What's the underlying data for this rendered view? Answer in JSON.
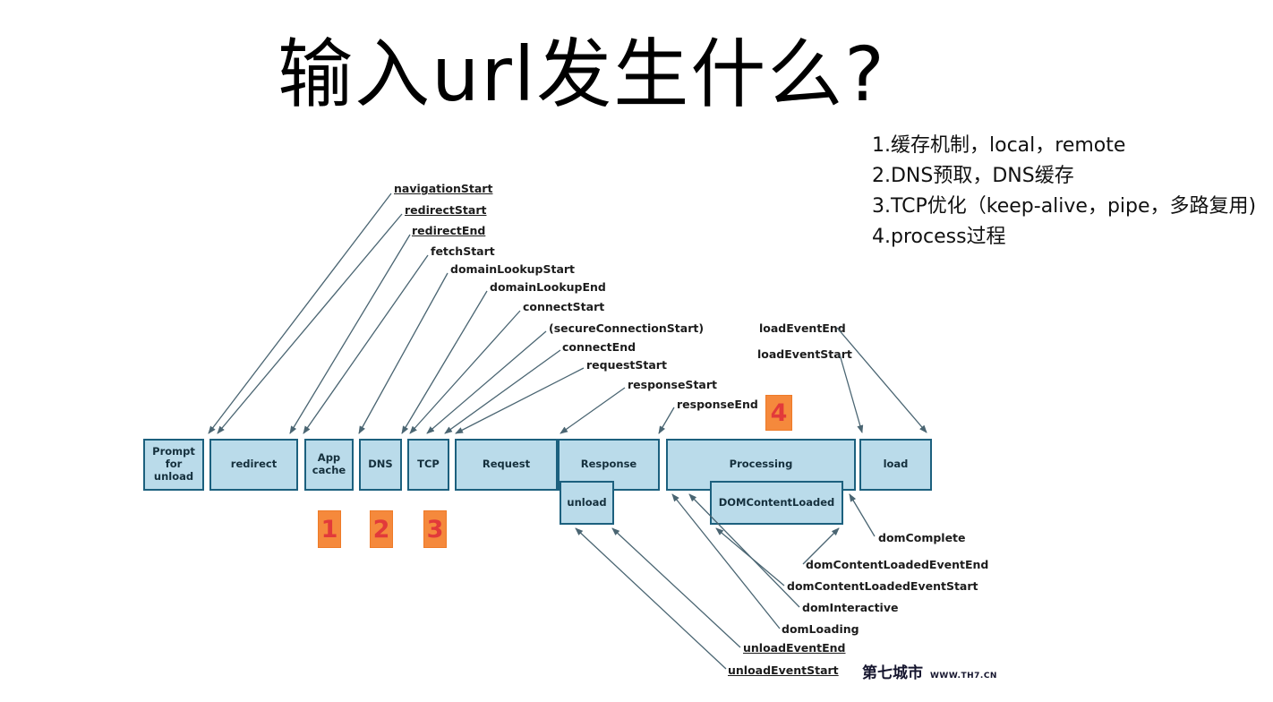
{
  "title": "输入url发生什么?",
  "notes": {
    "lines": [
      "1.缓存机制，local，remote",
      "2.DNS预取，DNS缓存",
      "3.TCP优化（keep-alive，pipe，多路复用)",
      "4.process过程"
    ]
  },
  "diagram": {
    "boxes": {
      "prompt": "Prompt\nfor\nunload",
      "redirect": "redirect",
      "app_cache": "App\ncache",
      "dns": "DNS",
      "tcp": "TCP",
      "request": "Request",
      "response": "Response",
      "processing": "Processing",
      "load": "load",
      "unload": "unload",
      "dom_content_loaded": "DOMContentLoaded"
    },
    "labels": [
      "navigationStart",
      "redirectStart",
      "redirectEnd",
      "fetchStart",
      "domainLookupStart",
      "domainLookupEnd",
      "connectStart",
      "(secureConnectionStart)",
      "connectEnd",
      "requestStart",
      "responseStart",
      "responseEnd",
      "loadEventEnd",
      "loadEventStart",
      "domComplete",
      "domContentLoadedEventEnd",
      "domContentLoadedEventStart",
      "domInteractive",
      "domLoading",
      "unloadEventEnd",
      "unloadEventStart"
    ],
    "badges": [
      "1",
      "2",
      "3",
      "4"
    ],
    "colors": {
      "box_fill": "#badbea",
      "box_border": "#1c607e",
      "badge_fill": "#f5893c",
      "badge_number": "#e23a3a",
      "arrow": "#4a6572"
    }
  },
  "watermark": {
    "site_name": "第七城市",
    "site_url": "WWW.TH7.CN"
  }
}
